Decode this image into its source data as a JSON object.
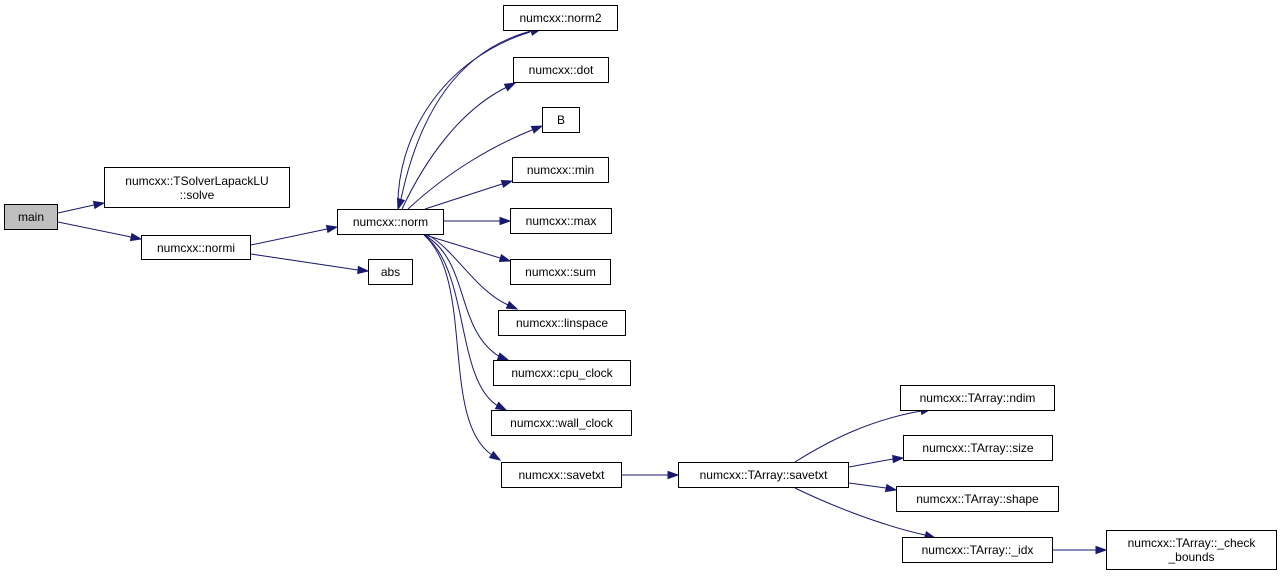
{
  "nodes": {
    "main": "main",
    "solve_1": "numcxx::TSolverLapackLU",
    "solve_2": "::solve",
    "normi": "numcxx::normi",
    "norm": "numcxx::norm",
    "abs": "abs",
    "norm2": "numcxx::norm2",
    "dot": "numcxx::dot",
    "B": "B",
    "min": "numcxx::min",
    "max": "numcxx::max",
    "sum": "numcxx::sum",
    "linspace": "numcxx::linspace",
    "cpu_clock": "numcxx::cpu_clock",
    "wall_clock": "numcxx::wall_clock",
    "savetxt": "numcxx::savetxt",
    "tarray_savetxt": "numcxx::TArray::savetxt",
    "ndim": "numcxx::TArray::ndim",
    "size": "numcxx::TArray::size",
    "shape": "numcxx::TArray::shape",
    "idx": "numcxx::TArray::_idx",
    "check_1": "numcxx::TArray::_check",
    "check_2": "_bounds"
  },
  "colors": {
    "edge": "#191970",
    "root_fill": "#bfbfbf",
    "node_fill": "#ffffff",
    "border": "#000000"
  }
}
